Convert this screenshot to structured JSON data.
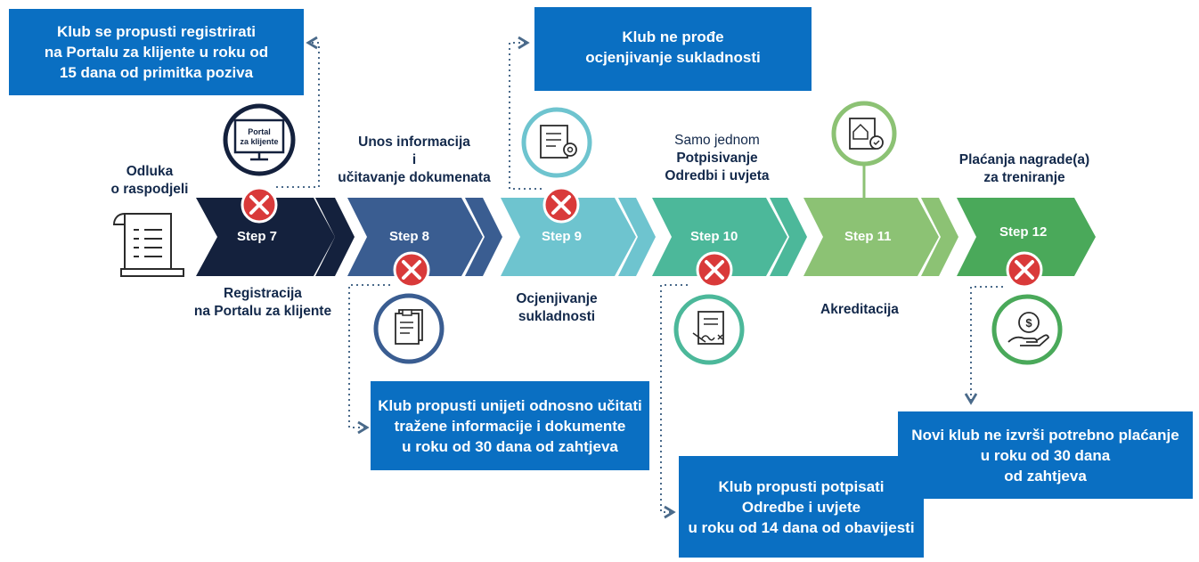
{
  "start": {
    "label": [
      "Odluka",
      "o raspodjeli"
    ]
  },
  "colors": {
    "step7": "#14213d",
    "step8": "#3a5d91",
    "step9": "#6ec4cf",
    "step10": "#4cb89a",
    "step11": "#8cc274",
    "step12": "#4aa95a",
    "box": "#0a6fc2",
    "fail": "#d93a3a"
  },
  "steps": [
    {
      "label": "Step 7",
      "caption": [
        "Registracija",
        "na Portalu za klijente"
      ],
      "icon": "portal-monitor-icon",
      "portal_text": [
        "Portal",
        "za klijente"
      ]
    },
    {
      "label": "Step 8",
      "caption": [
        "Unos informacija",
        "i",
        "učitavanje dokumenata"
      ],
      "icon": "documents-icon"
    },
    {
      "label": "Step 9",
      "caption": [
        "Ocjenjivanje",
        "sukladnosti"
      ],
      "icon": "compliance-document-icon"
    },
    {
      "label": "Step 10",
      "pre_caption": "Samo jednom",
      "caption": [
        "Potpisivanje",
        "Odredbi i uvjeta"
      ],
      "icon": "signature-document-icon"
    },
    {
      "label": "Step 11",
      "caption": [
        "Akreditacija"
      ],
      "icon": "accreditation-certificate-icon"
    },
    {
      "label": "Step 12",
      "caption": [
        "Plaćanja nagrade(a)",
        "za treniranje"
      ],
      "icon": "money-hand-icon"
    }
  ],
  "failures": [
    {
      "step": "Step 7",
      "text": [
        "Klub se propusti registrirati",
        "na Portalu za klijente u roku od",
        "15 dana od primitka poziva"
      ]
    },
    {
      "step": "Step 9",
      "text": [
        "Klub ne prođe",
        "ocjenjivanje sukladnosti"
      ]
    },
    {
      "step": "Step 8",
      "text": [
        "Klub propusti unijeti odnosno učitati",
        "tražene informacije i dokumente",
        "u roku od 30 dana od zahtjeva"
      ]
    },
    {
      "step": "Step 10",
      "text": [
        "Klub propusti potpisati",
        "Odredbe i uvjete",
        "u roku od 14 dana od obavijesti"
      ]
    },
    {
      "step": "Step 12",
      "text": [
        "Novi klub ne izvrši potrebno plaćanje",
        "u roku od 30 dana",
        "od zahtjeva"
      ]
    }
  ]
}
